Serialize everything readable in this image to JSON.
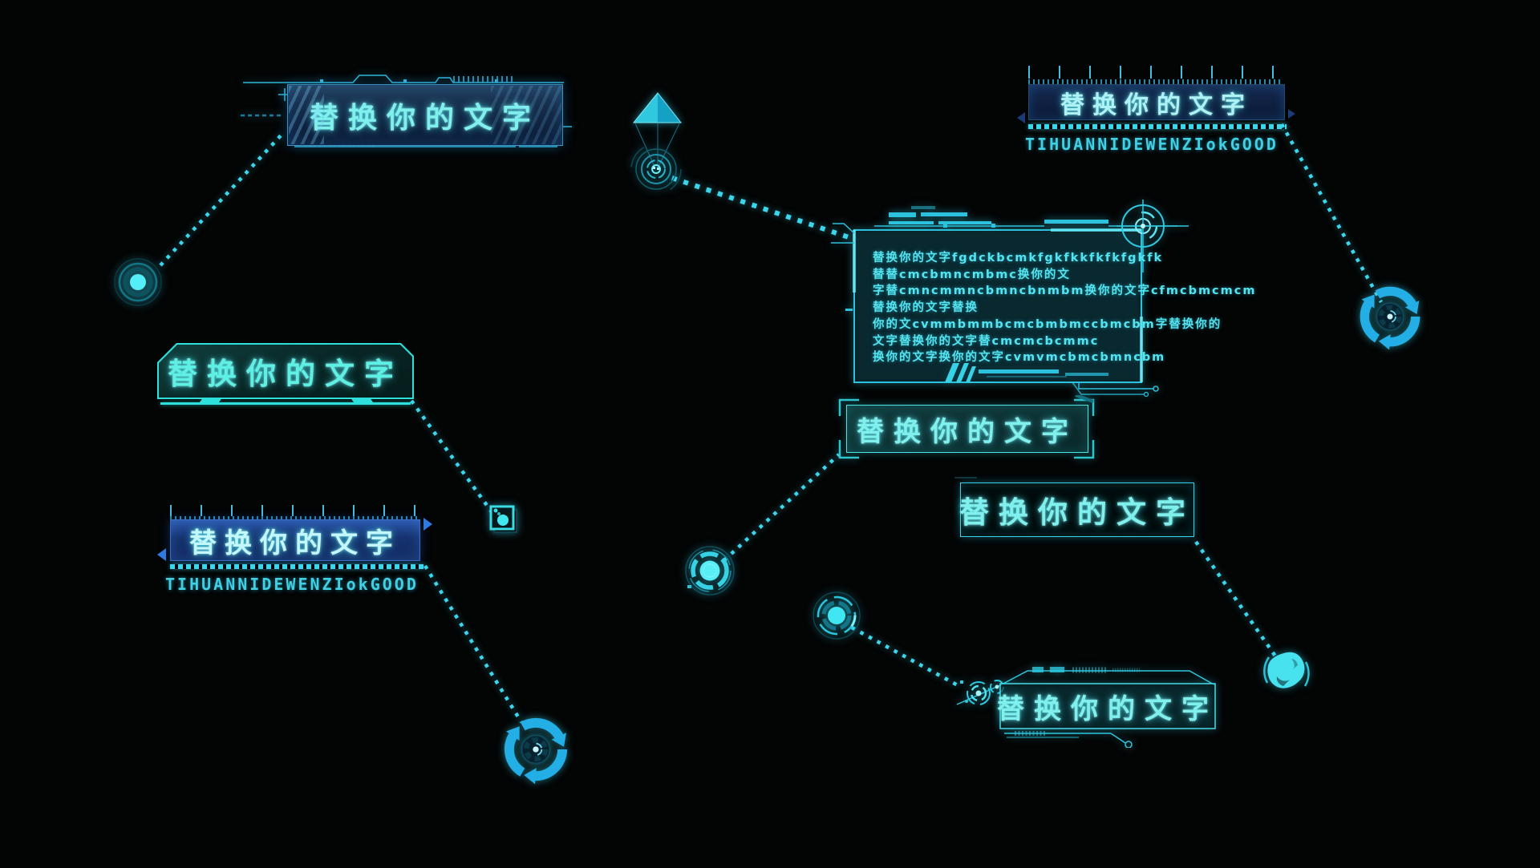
{
  "canvas": {
    "background": "#030404",
    "accent": "#3cd6ec",
    "accent_bright": "#8ef2ee"
  },
  "labels": {
    "top_left": {
      "title": "替换你的文字"
    },
    "top_right": {
      "title": "替换你的文字",
      "caption": "TIHUANNIDEWENZIokGOOD"
    },
    "mid_left": {
      "title": "替换你的文字"
    },
    "lower_left": {
      "title": "替换你的文字",
      "caption": "TIHUANNIDEWENZIokGOOD"
    },
    "center": {
      "title": "替换你的文字"
    },
    "right": {
      "title": "替换你的文字"
    },
    "bottom": {
      "title": "替换你的文字"
    }
  },
  "info_panel": {
    "lines": [
      "替换你的文字fgdckbcmkfgkfkkfkfkfgkfk",
      "替替cmcbmncmbmc换你的文",
      "字替cmncmmncbmncbnmbm换你的文字cfmcbmcmcm",
      "替换你的文字替换",
      "你的文cvmmbmmbcmcbmbmccbmcbm字替换你的",
      "文字替换你的文字替cmcmcbcmmc",
      "换你的文字换你的文字cvmvmcbmcbmncbm"
    ]
  },
  "icons": {
    "radar_dot": "concentric-radar-dot",
    "kite_pin": "kite-pointer-with-target",
    "sync_spinner": "circular-arrows-spinner",
    "target": "segmented-target-ring",
    "radar": "segmented-radar-ring",
    "square_marker": "square-dot-marker",
    "blob": "globe-blob-with-arcs",
    "spiral_nodes": "spiral-circuit-nodes"
  },
  "connectors": {
    "style": "square-dotted",
    "color": "#3cd6ec"
  }
}
